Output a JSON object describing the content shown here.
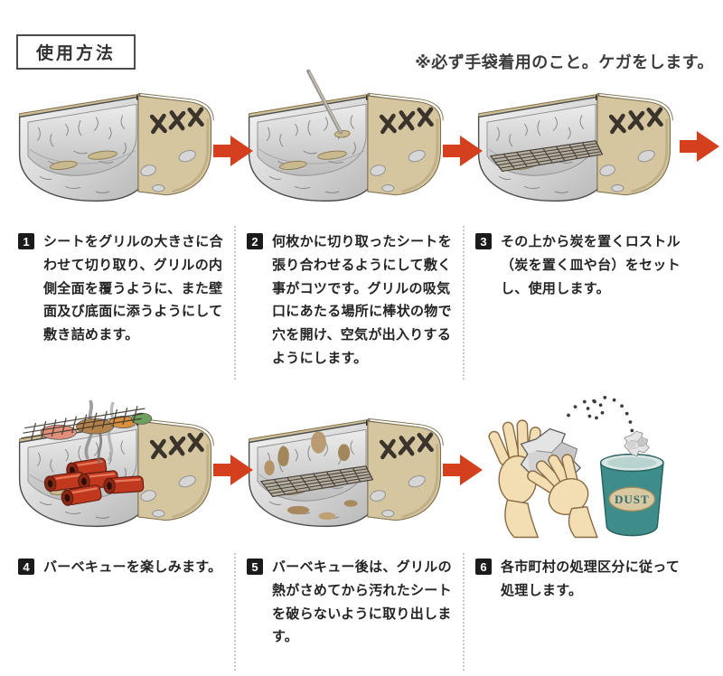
{
  "doc": {
    "title": "使用方法",
    "warning": "※必ず手袋着用のこと。ケガをします。",
    "steps": [
      {
        "num": "1",
        "text": "シートをグリルの大きさに合わせて切り取り、グリルの内側全面を覆うように、また壁面及び底面に添うようにして敷き詰めます。",
        "illustration": "grill-lined-with-foil-sheet"
      },
      {
        "num": "2",
        "text": "何枚かに切り取ったシートを張り合わせるようにして敷く事がコツです。グリルの吸気口にあたる場所に棒状の物で穴を開け、空気が出入りするようにします。",
        "illustration": "grill-opening-air-holes-with-rod"
      },
      {
        "num": "3",
        "text": "その上から炭を置くロストル（炭を置く皿や台）をセットし、使用します。",
        "illustration": "grill-with-charcoal-grate-set"
      },
      {
        "num": "4",
        "text": "バーベキューを楽しみます。",
        "illustration": "grill-barbecue-in-progress"
      },
      {
        "num": "5",
        "text": "バーベキュー後は、グリルの熱がさめてから汚れたシートを破らないように取り出します。",
        "illustration": "grill-soiled-sheet-after-use"
      },
      {
        "num": "6",
        "text": "各市町村の処理区分に従って処理します。",
        "illustration": "crumpled-sheet-thrown-into-dust-bin"
      }
    ],
    "bin_label": "DUST",
    "colors": {
      "arrow_red": "#d4401d",
      "grill_tan": "#d5c6a0",
      "foil_silver": "#d9d9d9",
      "bin_teal": "#3e8d8a",
      "badge_black": "#1b1b1b"
    }
  }
}
